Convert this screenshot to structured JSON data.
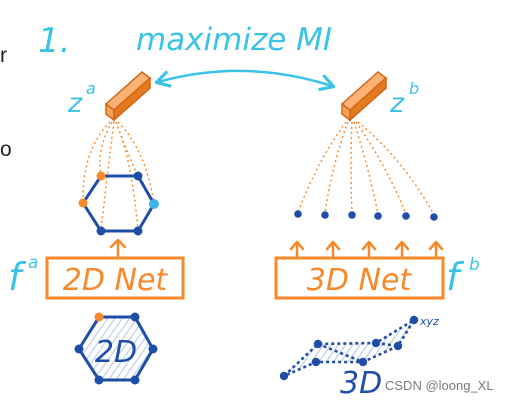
{
  "heading": {
    "step_number": "1.",
    "objective": "maximize MI"
  },
  "left_branch": {
    "embedding_label": "z",
    "embedding_superscript": "a",
    "encoder_label": "2D Net",
    "function_label": "f",
    "function_superscript": "a",
    "input_label": "2D"
  },
  "right_branch": {
    "embedding_label": "z",
    "embedding_superscript": "b",
    "encoder_label": "3D Net",
    "function_label": "f",
    "function_superscript": "b",
    "input_label": "3D",
    "coordinate_tag": "xyz"
  },
  "watermark": "CSDN @loong_XL",
  "cropped_text_fragments": [
    "r",
    "o"
  ],
  "colors": {
    "cyan": "#3bc3e6",
    "orange": "#f7892a",
    "blue": "#1f4ea8",
    "light_blue": "#3fb6e4",
    "hatch": "#c9d6ee"
  }
}
